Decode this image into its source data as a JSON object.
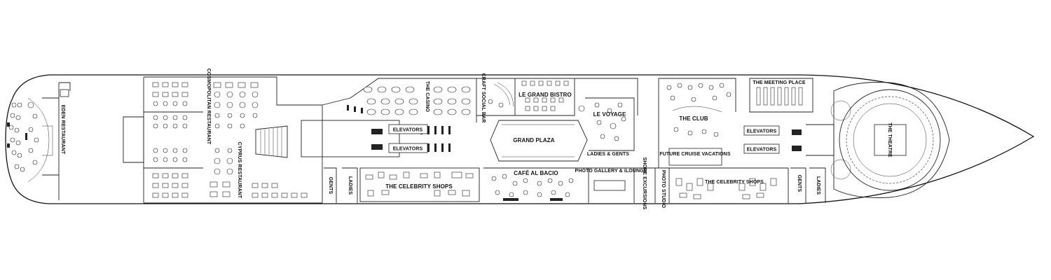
{
  "deck": {
    "venues": {
      "eden": "EDEN RESTAURANT",
      "cosmopolitan": "COSMOPOLITAN RESTAURANT",
      "cyprus": "CYPRUS RESTAURANT",
      "casino": "THE CASINO",
      "craft": "CRAFT SOCIAL BAR",
      "bistro": "LE GRAND BISTRO",
      "elevators1": "ELEVATORS",
      "elevators2": "ELEVATORS",
      "grandplaza": "GRAND PLAZA",
      "cafe": "CAFÉ AL BACIO",
      "shops1": "THE CELEBRITY SHOPS",
      "gents1": "GENTS",
      "ladies1": "LADIES",
      "levoyage": "LE VOYAGE",
      "ladiesgents": "LADIES & GENTS",
      "photogallery": "PHOTO GALLERY & iLOUNGE",
      "shorex": "SHORE EXCURSIONS",
      "photostudio": "PHOTO STUDIO",
      "club": "THE CLUB",
      "futurecruise": "FUTURE CRUISE VACATIONS",
      "shops2": "THE CELEBRITY SHOPS",
      "meeting": "THE MEETING PLACE",
      "elevators3": "ELEVATORS",
      "elevators4": "ELEVATORS",
      "gents2": "GENTS",
      "ladies2": "LADIES",
      "theatre": "THE THEATRE"
    }
  }
}
